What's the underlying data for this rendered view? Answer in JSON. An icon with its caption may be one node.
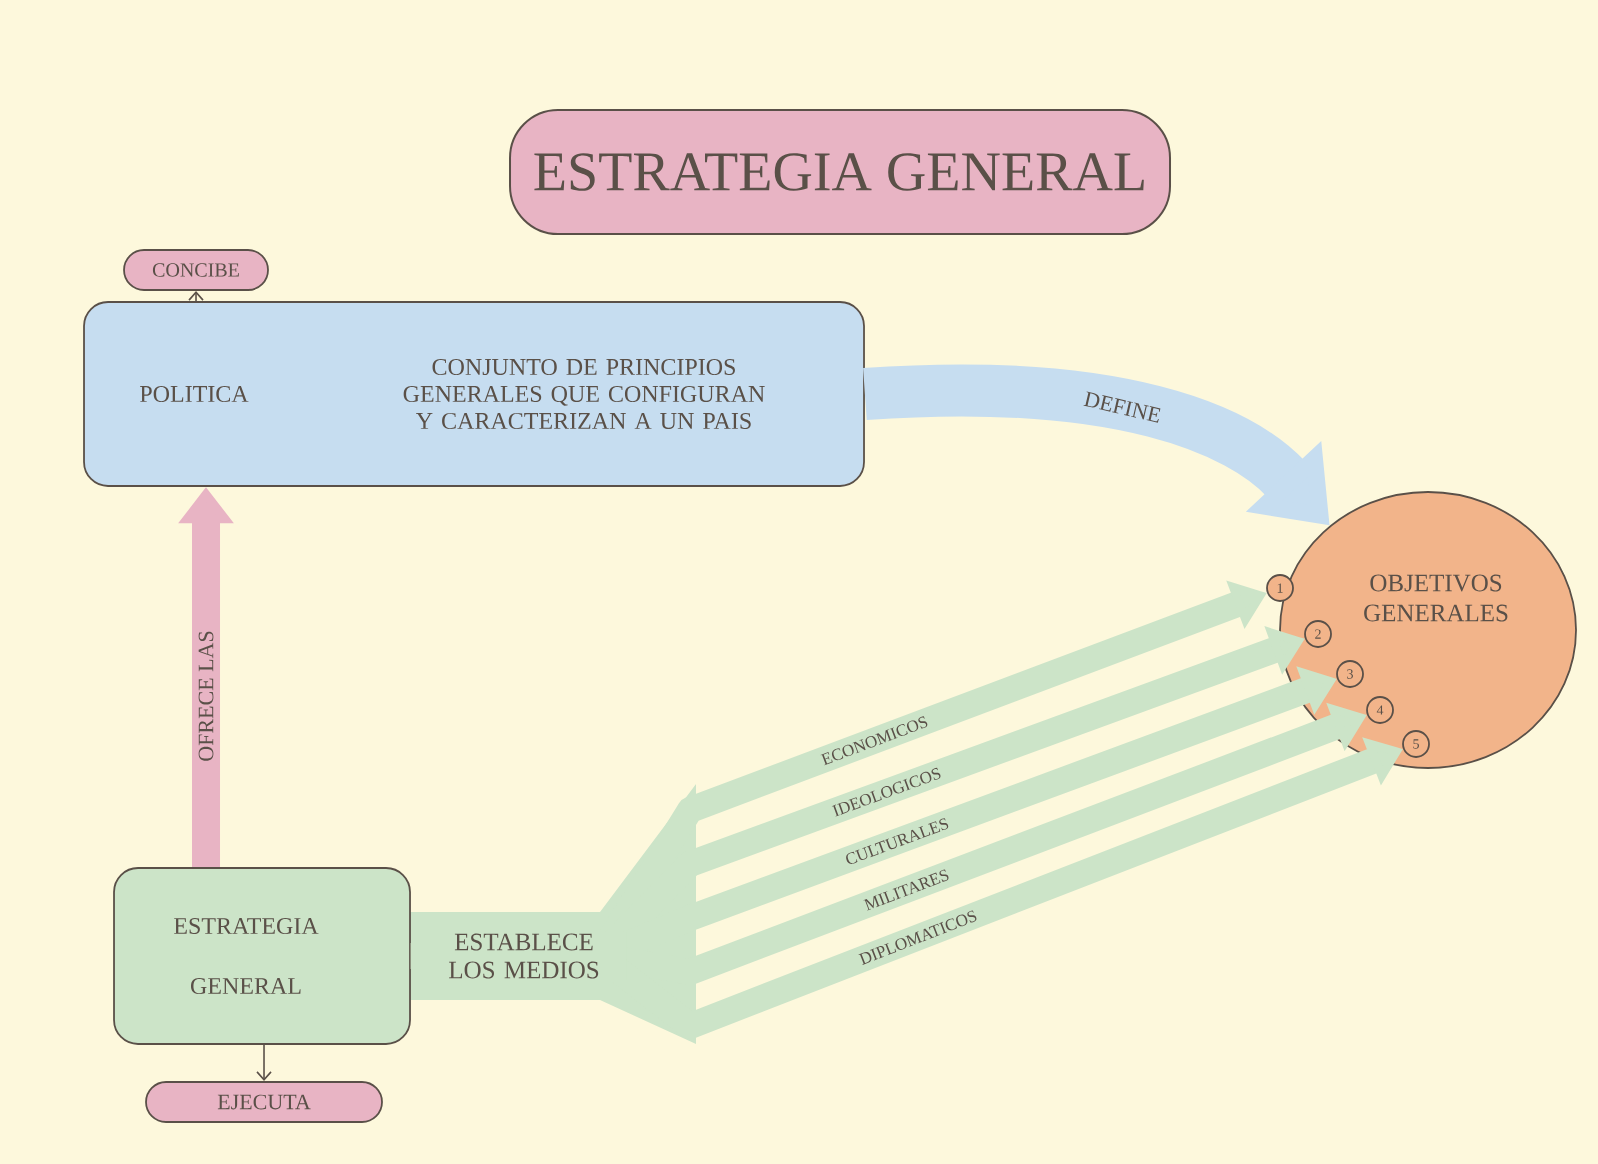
{
  "diagram": {
    "title": "ESTRATEGIA GENERAL",
    "nodes": [
      {
        "text": [
          "CONCIBE"
        ]
      },
      {
        "text": [
          "POLITICA",
          "CONJUNTO DE PRINCIPIOS GENERALES QUE CONFIGURAN Y CARACTERIZAN A UN PAIS"
        ]
      },
      {
        "text": [
          "OBJETIVOS GENERALES"
        ]
      },
      {
        "text": [
          "1"
        ],
        "in": 2
      },
      {
        "text": [
          "2"
        ],
        "in": 2
      },
      {
        "text": [
          "3"
        ],
        "in": 2
      },
      {
        "text": [
          "4"
        ],
        "in": 2
      },
      {
        "text": [
          "5"
        ],
        "in": 2
      },
      {
        "text": [
          "ESTRATEGIA GENERAL"
        ]
      },
      {
        "text": [
          "EJECUTA"
        ]
      }
    ],
    "edges": [
      {
        "from": 1,
        "to": 0,
        "arrow": "to",
        "color": "#5a5048"
      },
      {
        "from": 1,
        "to": 2,
        "arrow": "to",
        "label": "DEFINE",
        "style": "thick",
        "color": "#c6ddf0"
      },
      {
        "from": 8,
        "to": 1,
        "arrow": "to",
        "label": "OFRECE LAS",
        "color": "#e8b4c4"
      },
      {
        "from": 8,
        "to": 3,
        "arrow": "to",
        "label": "ECONOMICOS",
        "color": "#cce4c8"
      },
      {
        "from": 8,
        "to": 4,
        "arrow": "to",
        "label": "IDEOLOGICOS",
        "color": "#cce4c8"
      },
      {
        "from": 8,
        "to": 5,
        "arrow": "to",
        "label": "CULTURALES",
        "color": "#cce4c8"
      },
      {
        "from": 8,
        "to": 6,
        "arrow": "to",
        "label": "MILITARES",
        "color": "#cce4c8"
      },
      {
        "from": 8,
        "to": 7,
        "arrow": "to",
        "label": "DIPLOMATICOS",
        "color": "#cce4c8"
      },
      {
        "from": 8,
        "to": 9,
        "arrow": "to",
        "color": "#5a5048"
      }
    ],
    "labels": [
      "ESTABLECE LOS MEDIOS"
    ]
  }
}
